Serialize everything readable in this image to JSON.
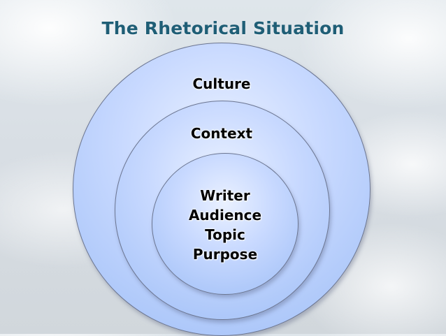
{
  "title": "The Rhetorical Situation",
  "diagram": {
    "outer_label": "Culture",
    "middle_label": "Context",
    "inner_labels": [
      "Writer",
      "Audience",
      "Topic",
      "Purpose"
    ]
  }
}
